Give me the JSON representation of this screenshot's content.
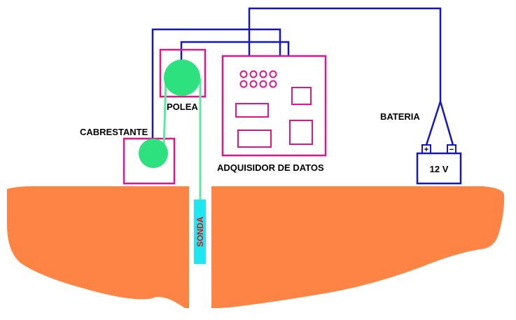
{
  "labels": {
    "cabrestante": "CABRESTANTE",
    "polea": "POLEA",
    "adquisidor": "ADQUISIDOR DE DATOS",
    "bateria": "BATERIA",
    "sonda": "SONDA",
    "battery_voltage": "12 V",
    "terminal_plus": "+",
    "terminal_minus": "−"
  },
  "colors": {
    "ground": "#fd8444",
    "wire": "#1515c8",
    "frame": "#e0158a",
    "wheel": "#2ee17f",
    "cable": "#5fe6a0",
    "probe": "#1fe6f0",
    "probe_text": "#e01010"
  }
}
